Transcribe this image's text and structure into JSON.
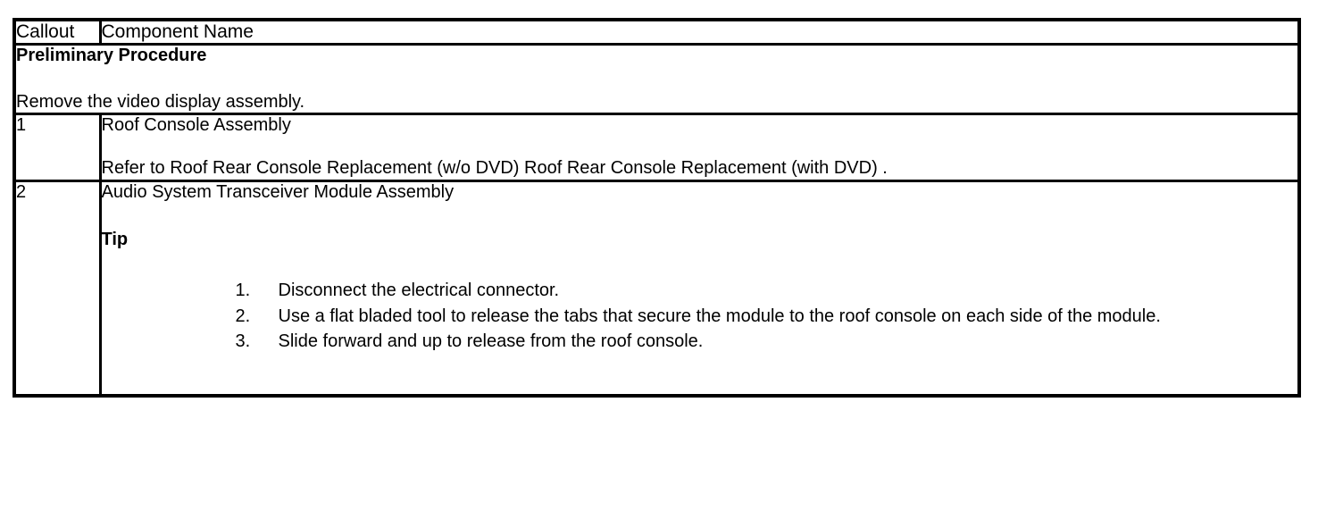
{
  "table": {
    "headers": {
      "callout": "Callout",
      "component_name": "Component Name"
    },
    "preliminary": {
      "title": "Preliminary Procedure",
      "text": "Remove the video display assembly."
    },
    "rows": [
      {
        "callout": "1",
        "title": "Roof Console Assembly",
        "reference": "Refer to Roof Rear Console Replacement (w/o DVD) Roof Rear Console Replacement (with DVD) ."
      },
      {
        "callout": "2",
        "title": "Audio System Transceiver Module Assembly",
        "tip_label": "Tip",
        "steps": [
          {
            "number": "1.",
            "text": "Disconnect the electrical connector."
          },
          {
            "number": "2.",
            "text": "Use a flat bladed tool to release the tabs that secure the module to the roof console on each side of the module."
          },
          {
            "number": "3.",
            "text": "Slide forward and up to release from the roof console."
          }
        ]
      }
    ]
  },
  "colors": {
    "border": "#000000",
    "background": "#ffffff",
    "text": "#000000"
  }
}
